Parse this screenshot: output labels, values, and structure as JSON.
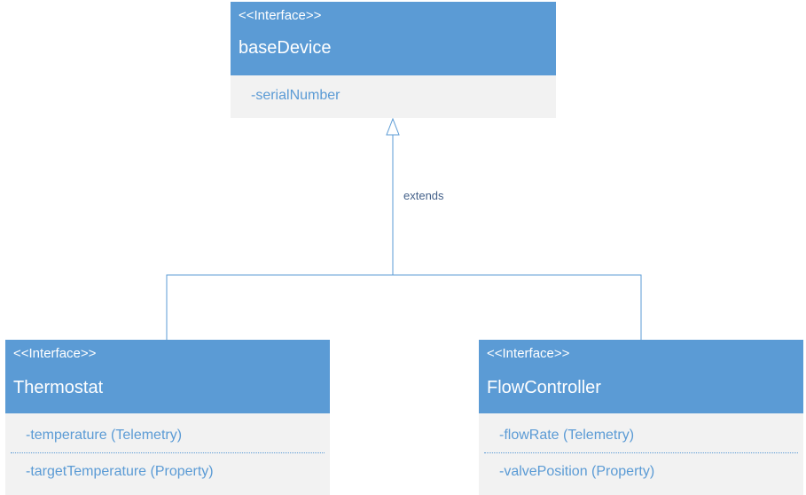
{
  "diagram": {
    "base": {
      "stereotype": "<<Interface>>",
      "name": "baseDevice",
      "attributes": [
        "-serialNumber"
      ]
    },
    "relation_label": "extends",
    "children": [
      {
        "stereotype": "<<Interface>>",
        "name": "Thermostat",
        "attributes": [
          "-temperature (Telemetry)",
          "-targetTemperature (Property)"
        ]
      },
      {
        "stereotype": "<<Interface>>",
        "name": "FlowController",
        "attributes": [
          "-flowRate (Telemetry)",
          "-valvePosition (Property)"
        ]
      }
    ],
    "colors": {
      "header": "#5b9bd5",
      "body": "#f2f2f2",
      "text_light": "#ffffff",
      "attribute_text": "#5b9bd5",
      "connector": "#5b9bd5"
    }
  }
}
